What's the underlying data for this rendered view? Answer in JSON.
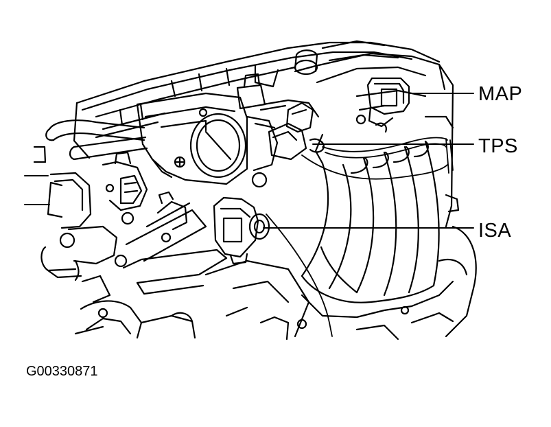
{
  "diagram": {
    "labels": {
      "map": "MAP",
      "tps": "TPS",
      "isa": "ISA"
    },
    "figure_id": "G00330871"
  },
  "colors": {
    "ink": "#000000",
    "background": "#ffffff"
  }
}
